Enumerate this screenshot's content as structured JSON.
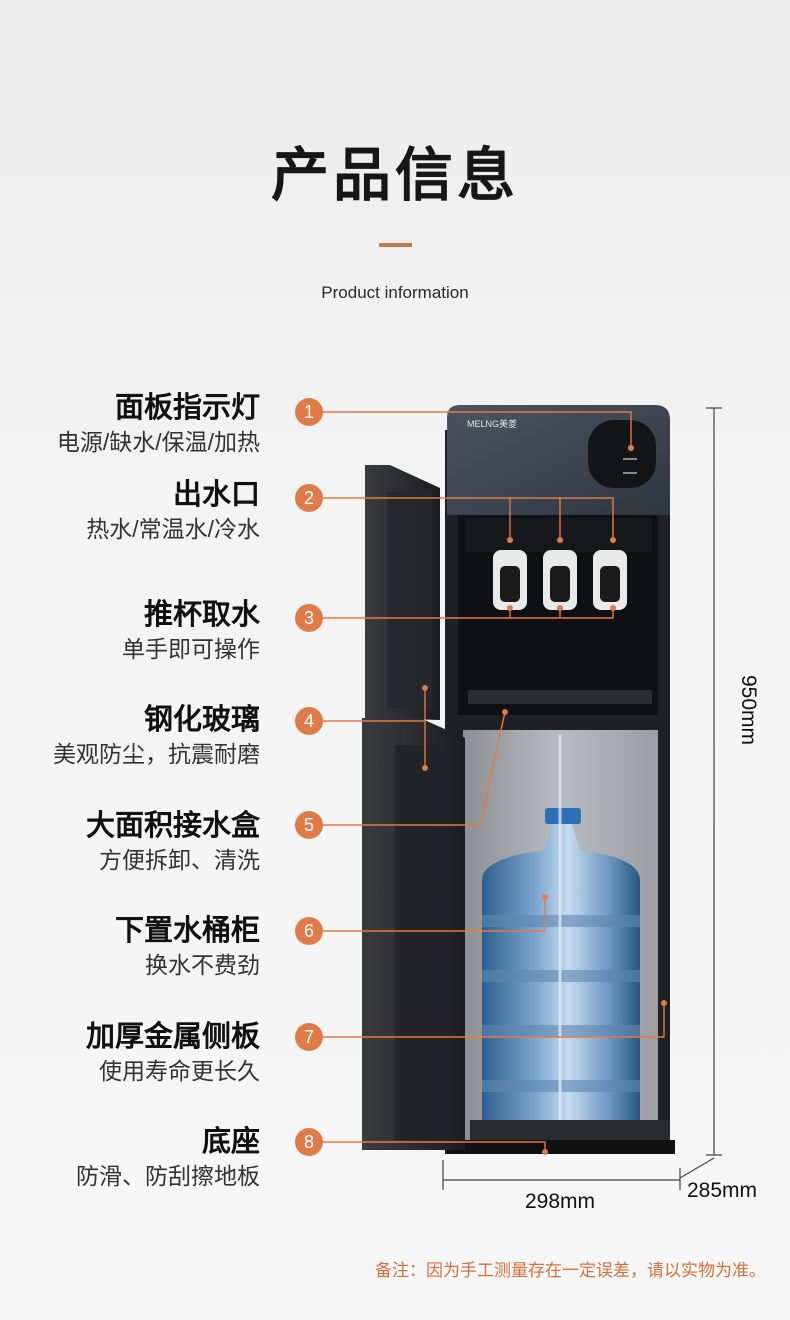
{
  "header": {
    "title": "产品信息",
    "subtitle": "Product information"
  },
  "colors": {
    "accent": "#e07b48",
    "body_dark": "#2b2d31",
    "panel": "#3c4652"
  },
  "features": [
    {
      "num": "1",
      "title": "面板指示灯",
      "desc": "电源/缺水/保温/加热"
    },
    {
      "num": "2",
      "title": "出水口",
      "desc": "热水/常温水/冷水"
    },
    {
      "num": "3",
      "title": "推杯取水",
      "desc": "单手即可操作"
    },
    {
      "num": "4",
      "title": "钢化玻璃",
      "desc": "美观防尘，抗震耐磨"
    },
    {
      "num": "5",
      "title": "大面积接水盒",
      "desc": "方便拆卸、清洗"
    },
    {
      "num": "6",
      "title": "下置水桶柜",
      "desc": "换水不费劲"
    },
    {
      "num": "7",
      "title": "加厚金属侧板",
      "desc": "使用寿命更长久"
    },
    {
      "num": "8",
      "title": "底座",
      "desc": "防滑、防刮擦地板"
    }
  ],
  "product": {
    "brand_logo": "MELNG美菱"
  },
  "dimensions": {
    "height": "950mm",
    "width": "298mm",
    "depth": "285mm"
  },
  "footer": {
    "note": "备注：因为手工测量存在一定误差，请以实物为准。"
  }
}
